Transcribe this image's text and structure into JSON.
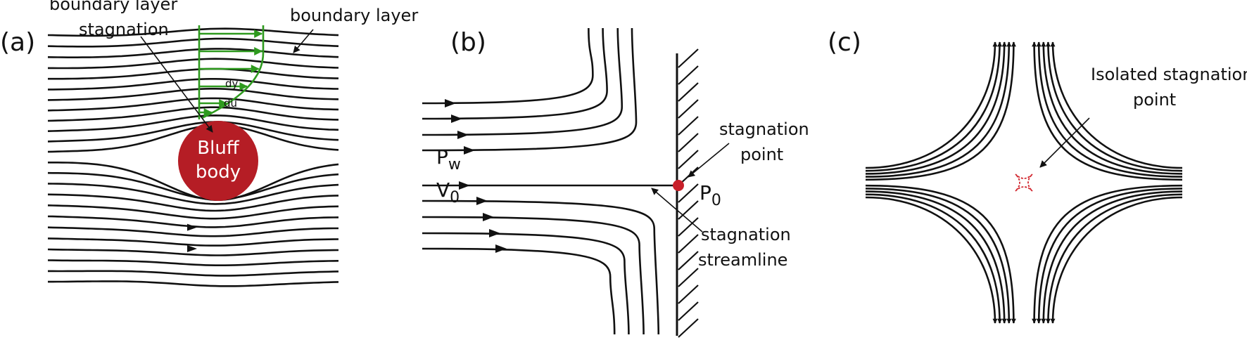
{
  "colors": {
    "streamline": "#111111",
    "bluff_body": "#b51d25",
    "boundary_layer": "#2e9a1e",
    "stagnation_point": "#c8202a",
    "isolated_point": "#d1242c",
    "background": "#ffffff"
  },
  "panel_a": {
    "label": "(a)",
    "stagnation_line1": "boundary layer",
    "stagnation_line2": "stagnation",
    "boundary_layer": "boundary layer",
    "dy": "dy",
    "du": "du",
    "body_line1": "Bluff",
    "body_line2": "body"
  },
  "panel_b": {
    "label": "(b)",
    "pw": "P",
    "pw_sub": "w",
    "v0": "V",
    "v0_sub": "0",
    "p0": "P",
    "p0_sub": "0",
    "stag_point_line1": "stagnation",
    "stag_point_line2": "point",
    "stag_stream_line1": "stagnation",
    "stag_stream_line2": "streamline"
  },
  "panel_c": {
    "label": "(c)",
    "isolated_line1": "Isolated stagnation",
    "isolated_line2": "point"
  }
}
